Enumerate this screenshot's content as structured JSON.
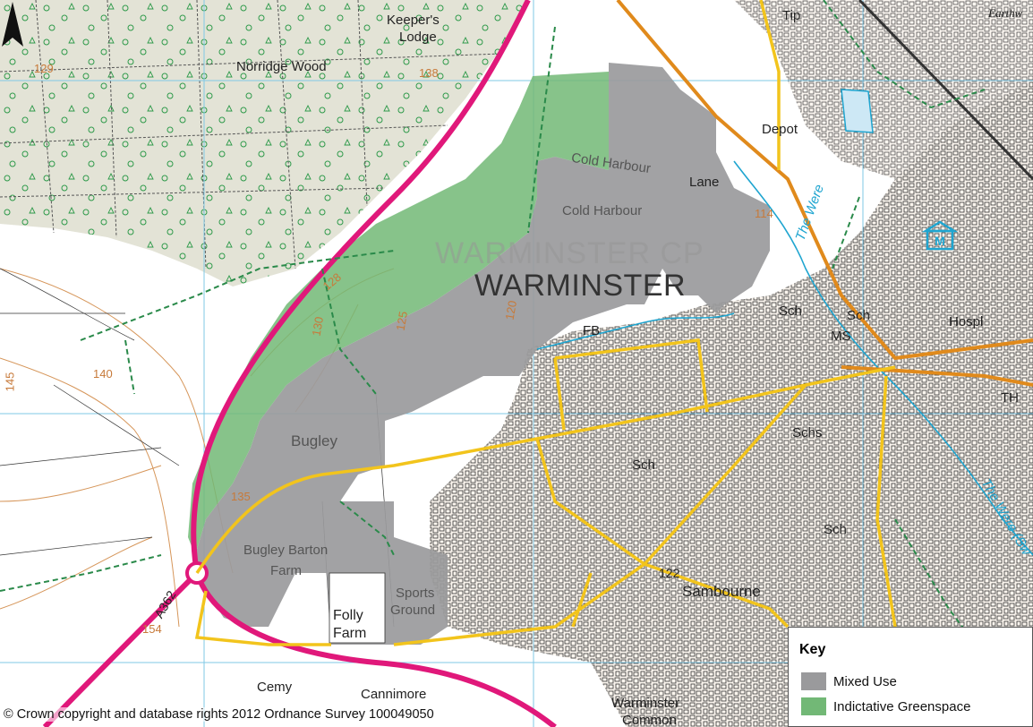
{
  "map": {
    "labels": {
      "keepers_lodge": "Keeper's",
      "keepers_lodge_2": "Lodge",
      "norridge_wood": "Norridge Wood",
      "tip": "Tip",
      "depot": "Depot",
      "cold_harbour_lane_1": "Cold Harbour",
      "cold_harbour_lane_2": "Lane",
      "cold_harbour": "Cold Harbour",
      "parish": "WARMINSTER CP",
      "town": "WARMINSTER",
      "the_were": "The Were",
      "the_were_sw": "The Were (Sw",
      "fb": "FB",
      "sch_1": "Sch",
      "sch_2": "Sch",
      "sch_3": "Sch",
      "sch_4": "Sch",
      "schs": "Schs",
      "ms": "MS",
      "hospl": "Hospl",
      "th": "TH",
      "bugley": "Bugley",
      "bugley_barton": "Bugley Barton",
      "farm": "Farm",
      "sports": "Sports",
      "ground": "Ground",
      "folly": "Folly",
      "folly_farm": "Farm",
      "sambourne": "Sambourne",
      "cemy": "Cemy",
      "cannimore": "Cannimore",
      "warminster_common_1": "Warminster",
      "warminster_common_2": "Common",
      "road_a362": "A362",
      "earthwork": "Earthw"
    },
    "contours": {
      "c129": "129",
      "c138": "138",
      "c128": "128",
      "c130": "130",
      "c125": "125",
      "c120": "120",
      "c114": "114",
      "c140": "140",
      "c145": "145",
      "c135": "135",
      "c122": "122",
      "c154": "154"
    },
    "colors": {
      "mixed_use": "#9a9a9c",
      "greenspace": "#72b876",
      "woodland": "#e3e3d6",
      "a_road": "#e0187a",
      "b_road": "#e08a1c",
      "minor_road": "#f2c41c",
      "water": "#1fa5d0",
      "grid": "#7fc8e6",
      "contour": "#d6965a",
      "building": "#d9a77a"
    }
  },
  "key": {
    "title": "Key",
    "items": [
      {
        "label": "Mixed Use",
        "color": "#9a9a9c"
      },
      {
        "label": "Indictative Greenspace",
        "color": "#72b876"
      }
    ]
  },
  "copyright": "© Crown copyright and database rights 2012 Ordnance Survey 100049050"
}
